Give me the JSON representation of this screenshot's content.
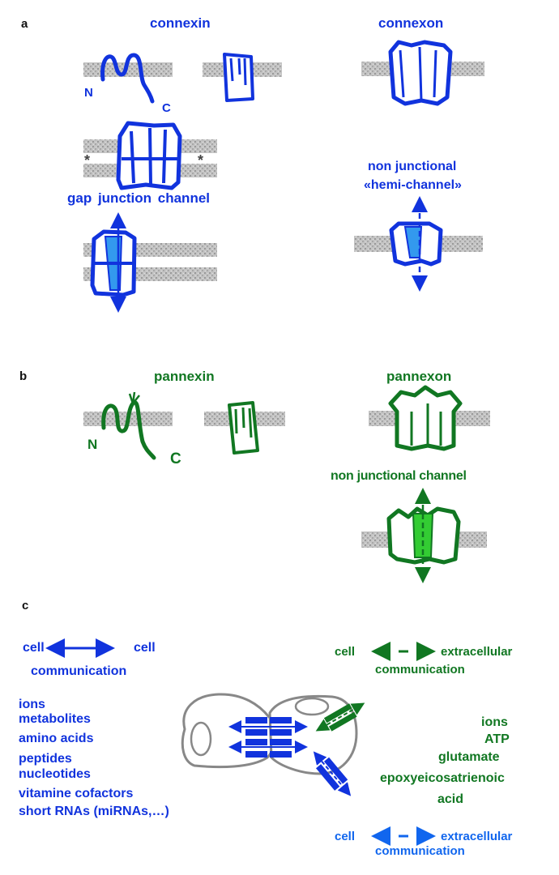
{
  "colors": {
    "connexin_blue": "#1133dd",
    "channel_fill_blue": "#3399ee",
    "pannexin_green": "#117722",
    "channel_fill_green": "#33cc33",
    "hemichannel_light_blue": "#1166ee",
    "membrane_gray": "#b8b8b8",
    "cell_outline_gray": "#888888"
  },
  "panel_a": {
    "label": "a",
    "connexin_title": "connexin",
    "connexon_title": "connexon",
    "n_terminus": "N",
    "c_terminus": "C",
    "asterisk": "*",
    "gap_junction_label": "gap junction channel",
    "hemichannel_label_line1": "non junctional",
    "hemichannel_label_line2": "«hemi-channel»"
  },
  "panel_b": {
    "label": "b",
    "pannexin_title": "pannexin",
    "pannexon_title": "pannexon",
    "n_terminus": "N",
    "c_terminus": "C",
    "channel_label": "non junctional channel"
  },
  "panel_c": {
    "label": "c",
    "gap_comm": {
      "left": "cell",
      "right": "cell",
      "caption": "communication"
    },
    "gap_molecules": [
      "ions",
      "metabolites",
      "amino acids",
      "peptides",
      "nucleotides",
      "vitamine cofactors",
      "short RNAs (miRNAs,…)"
    ],
    "pannexin_comm": {
      "left": "cell",
      "right": "extracellular",
      "caption": "communication"
    },
    "pannexin_molecules": [
      "ions",
      "ATP",
      "glutamate",
      "epoxyeicosatrienoic",
      "acid"
    ],
    "hemichannel_comm": {
      "left": "cell",
      "right": "extracellular",
      "caption": "communication"
    }
  }
}
